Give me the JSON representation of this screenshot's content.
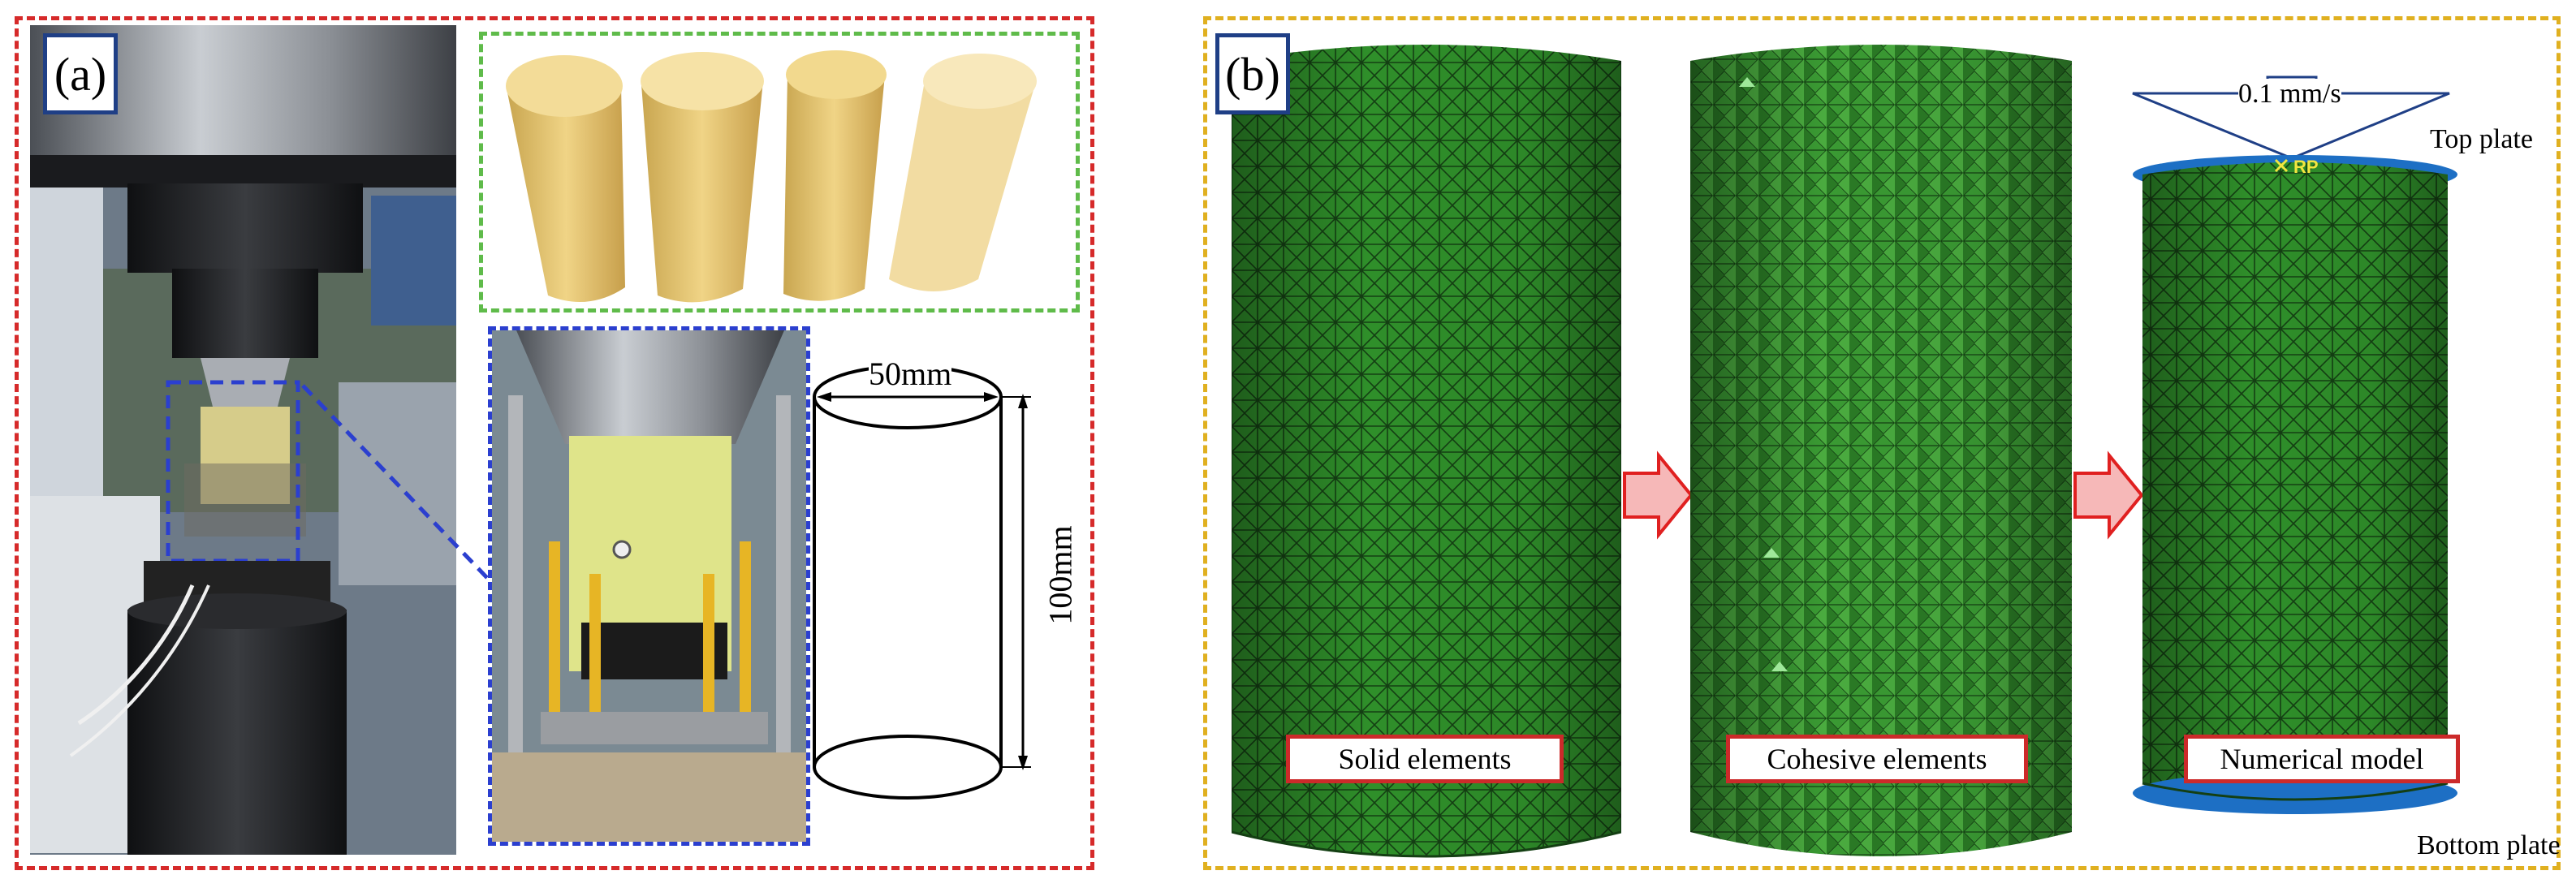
{
  "panel_a": {
    "label": "(a)",
    "schematic": {
      "diameter_label": "50mm",
      "height_label": "100mm"
    }
  },
  "panel_b": {
    "label": "(b)",
    "captions": {
      "solid": "Solid elements",
      "cohesive": "Cohesive elements",
      "numerical": "Numerical model"
    },
    "loading_rate": "0.1 mm/s",
    "reference_point": "RP",
    "top_plate": "Top plate",
    "bottom_plate": "Bottom plate"
  },
  "colors": {
    "panel_a_border": "#d62a2a",
    "panel_b_border": "#e0b020",
    "samples_border": "#5fbb4a",
    "zoom_border": "#2b3fcf",
    "mesh_green": "#2f8f2a",
    "plate_blue": "#1d6fc4",
    "caption_border": "#cc2a2a",
    "tag_border": "#1f3f86"
  }
}
